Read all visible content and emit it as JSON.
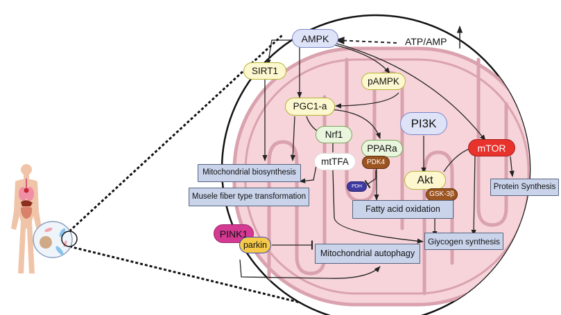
{
  "nodes": {
    "ampk": "AMPK",
    "atp_amp": "ATP/AMP",
    "sirt1": "SIRT1",
    "pampk": "pAMPK",
    "pgc1a": "PGC1-a",
    "nrf1": "Nrf1",
    "pi3k": "PI3K",
    "mtor": "mTOR",
    "mttfa": "mtTFA",
    "ppara": "PPARa",
    "pdk4": "PDK4",
    "pdh": "PDH",
    "akt": "Akt",
    "gsk3b": "GSK-3β",
    "pink1": "PINK1",
    "parkin": "parkin"
  },
  "outcomes": {
    "mito_biosynthesis": "Mitochondrial biosynthesis",
    "fiber_type": "Musele fiber type transformation",
    "protein_synthesis": "Protein Synthesis",
    "fatty_acid_oxidation": "Fatty acid oxidation",
    "glycogen_synthesis": "Giycogen synthesis",
    "mito_autophagy": "Mitochondrial autophagy"
  },
  "colors": {
    "mtor_fill": "#e8322c",
    "pink1_fill": "#d43a92",
    "parkin_fill": "#f6c94a",
    "pdh_fill": "#3f3aa0",
    "mitochondrion_fill": "#f6d4da",
    "crista_stroke": "#d9a2ae"
  },
  "icons": [
    "human-body-icon",
    "cell-icon",
    "mitochondrion-icon"
  ]
}
